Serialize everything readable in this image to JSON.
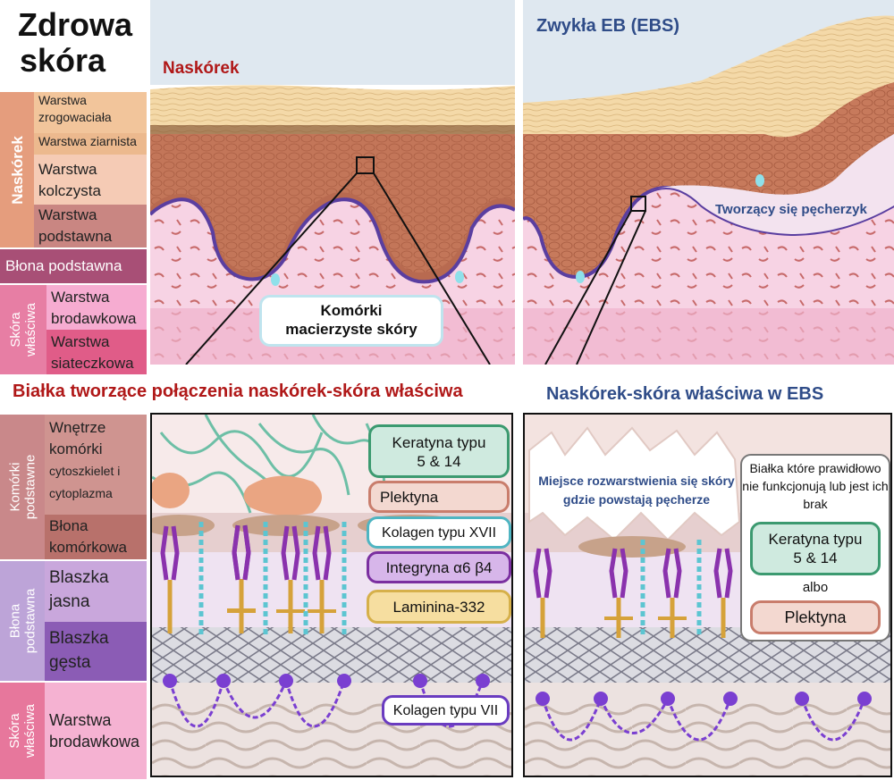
{
  "healthy": {
    "title_line1": "Zdrowa",
    "title_line2": "skóra",
    "layers": {
      "naskorek_group": "Naskórek",
      "zrog": "Warstwa zrogowaciała",
      "ziarn": "Warstwa ziarnista",
      "kolcz": "Warstwa kolczysta",
      "podst": "Warstwa podstawna",
      "blona": "Błona podstawna",
      "skora_group": "Skóra właściwa",
      "brod": "Warstwa brodawkowa",
      "siat": "Warstwa siateczkowa"
    },
    "epidermis_label": "Naskórek",
    "stem_cells_label_line1": "Komórki",
    "stem_cells_label_line2": "macierzyste skóry"
  },
  "ebs": {
    "title": "Zwykła EB (EBS)",
    "blister_label": "Tworzący się pęcherzyk"
  },
  "lower_left": {
    "heading": "Białka tworzące połączenia naskórek-skóra właściwa",
    "side": {
      "basal_cells_group": "Komórki podstawne",
      "cell_interior": "Wnętrze komórki",
      "cell_interior_sub": "cytoszkielet i cytoplazma",
      "cell_membrane": "Błona komórkowa",
      "basement_group": "Błona podstawna",
      "lamina_lucida": "Blaszka jasna",
      "lamina_densa": "Blaszka gęsta",
      "dermis_group": "Skóra właściwa",
      "papillary": "Warstwa brodawkowa"
    },
    "proteins": {
      "keratin": "Keratyna typu 5 & 14",
      "plectin": "Plektyna",
      "col17": "Kolagen typu XVII",
      "integrin": "Integryna α6 β4",
      "laminin": "Laminina-332",
      "col7": "Kolagen typu VII"
    }
  },
  "lower_right": {
    "heading": "Naskórek-skóra właściwa w EBS",
    "split_site": "Miejsce rozwarstwienia się skóry gdzie powstają pęcherze",
    "missing_title": "Białka które prawidłowo nie funkcjonują lub jest ich brak",
    "keratin": "Keratyna typu 5 & 14",
    "or": "albo",
    "plectin": "Plektyna"
  },
  "colors": {
    "stratum_corneum": "#f4c9a1",
    "granular": "#eebb95",
    "spinous": "#f3c7b1",
    "basal": "#c98480",
    "basement": "#b04f78",
    "papillary": "#f5a9cf",
    "reticular": "#e15e8a",
    "cell_interior": "#c98c8a",
    "cell_membrane": "#b8716b",
    "lamina_lucida": "#c7a6d8",
    "lamina_densa": "#8a5bb4",
    "dermis_side": "#e7779c",
    "keratin_border": "#3c9a70",
    "plectin_border": "#c97d6c",
    "col17_border": "#4fb5c2",
    "integrin_border": "#7b2fa0",
    "laminin_border": "#d6b04a",
    "col7_border": "#6a3cc0"
  }
}
